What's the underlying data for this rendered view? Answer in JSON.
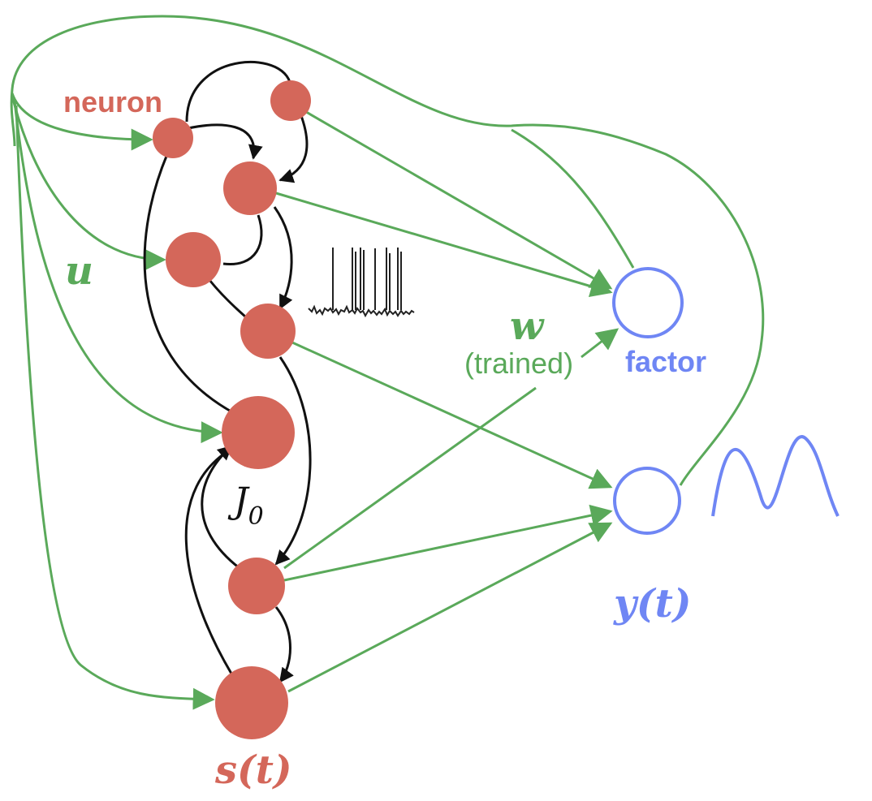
{
  "labels": {
    "neuron": "neuron",
    "input_weights": "u",
    "readout_weights": "w",
    "trained": "(trained)",
    "factor": "factor",
    "recurrent_weights_J": "J",
    "recurrent_weights_sub": "0",
    "state": "s(t)",
    "output": "y(t)"
  },
  "colors": {
    "neuron_fill": "#d4675a",
    "green": "#5aa95a",
    "blue": "#6f86f4",
    "black": "#111111"
  },
  "icons": {
    "spike_trace": "spike-trace-icon",
    "output_wave": "sine-wave-icon"
  }
}
